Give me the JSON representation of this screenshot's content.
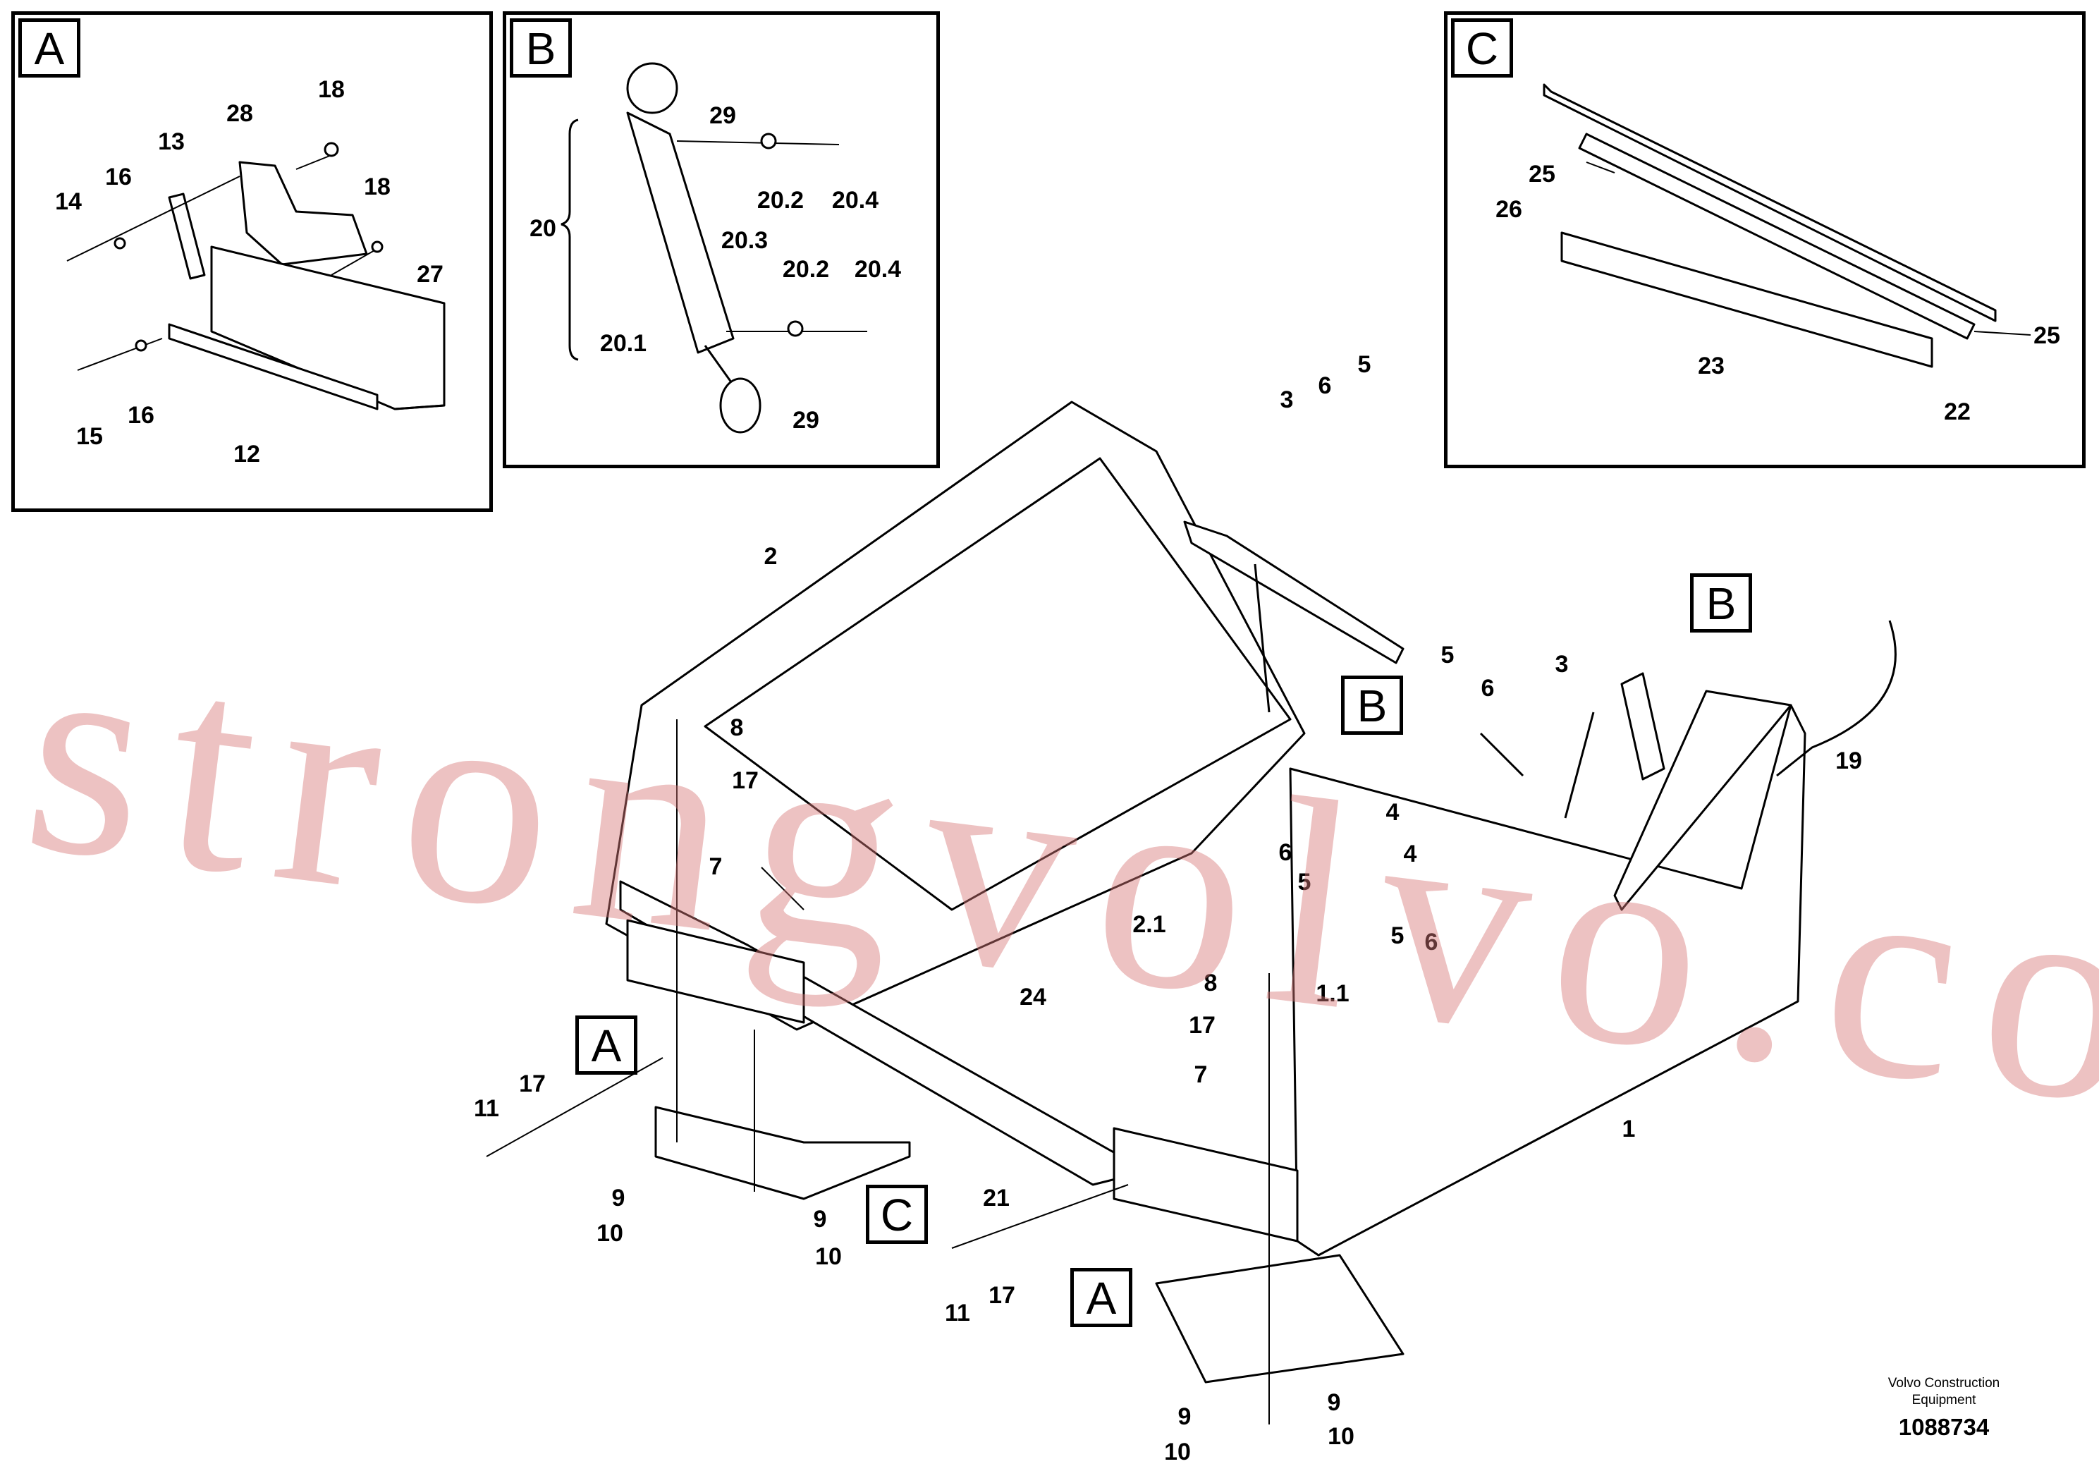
{
  "views": {
    "a": {
      "tag": "A",
      "labels": [
        "28",
        "18",
        "13",
        "16",
        "14",
        "18",
        "27",
        "15",
        "16",
        "12"
      ]
    },
    "b": {
      "tag": "B",
      "labels": [
        "29",
        "20",
        "20.2",
        "20.4",
        "20.3",
        "20.2",
        "20.4",
        "20.1",
        "29"
      ]
    },
    "c": {
      "tag": "C",
      "labels": [
        "25",
        "26",
        "25",
        "23",
        "22"
      ]
    }
  },
  "main": {
    "labels": [
      "2",
      "3",
      "6",
      "5",
      "5",
      "6",
      "3",
      "8",
      "17",
      "4",
      "6",
      "4",
      "5",
      "7",
      "5",
      "6",
      "2.1",
      "19",
      "8",
      "1.1",
      "24",
      "17",
      "7",
      "1",
      "11",
      "17",
      "21",
      "9",
      "10",
      "9",
      "10",
      "11",
      "17",
      "9",
      "10",
      "9",
      "10"
    ],
    "callouts": [
      "A",
      "B",
      "B",
      "C",
      "A"
    ]
  },
  "watermark": "strongvolvo.com",
  "credit": {
    "line1": "Volvo Construction",
    "line2": "Equipment",
    "number": "1088734"
  }
}
